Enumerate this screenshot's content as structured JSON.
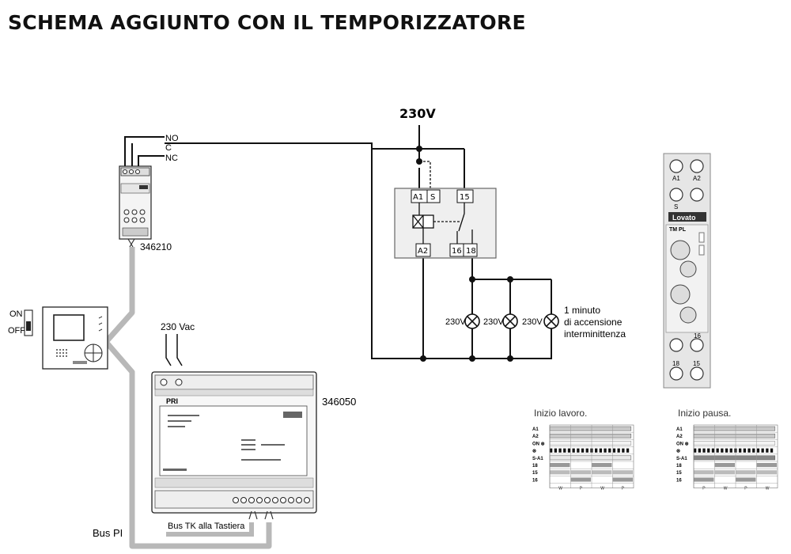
{
  "title": "SCHEMA AGGIUNTO CON IL TEMPORIZZATORE",
  "supply_label": "230V",
  "relay": {
    "code": "346210",
    "terminals": [
      "NO",
      "C",
      "NC"
    ]
  },
  "timer_block": {
    "terminals": [
      "A1",
      "S",
      "15",
      "A2",
      "16",
      "18"
    ]
  },
  "lamps": {
    "labels": [
      "230V",
      "230V",
      "230V"
    ],
    "note": [
      "1 minuto",
      "di accensione",
      "interminittenza"
    ]
  },
  "monitor": {
    "switch_on": "ON",
    "switch_off": "OFF"
  },
  "power_supply": {
    "code": "346050",
    "input_label": "230 Vac",
    "pri": "PRI",
    "bus_pi_label": "Bus PI",
    "bus_tk_label": "Bus TK alla Tastiera"
  },
  "lovato": {
    "brand": "Lovato",
    "model": "TM PL",
    "top_terminals": [
      "A1",
      "A2",
      "S"
    ],
    "bottom_terminals": [
      "16",
      "18",
      "15"
    ]
  },
  "timing": {
    "work_title": "Inizio lavoro.",
    "pause_title": "Inizio pausa.",
    "row_labels": [
      "A1",
      "A2",
      "ON ⊗",
      "⊗",
      "S-A1",
      "18",
      "15",
      "16"
    ],
    "work_axis": [
      "W",
      "P",
      "W",
      "P"
    ],
    "pause_axis": [
      "P",
      "W",
      "P",
      "W"
    ]
  }
}
